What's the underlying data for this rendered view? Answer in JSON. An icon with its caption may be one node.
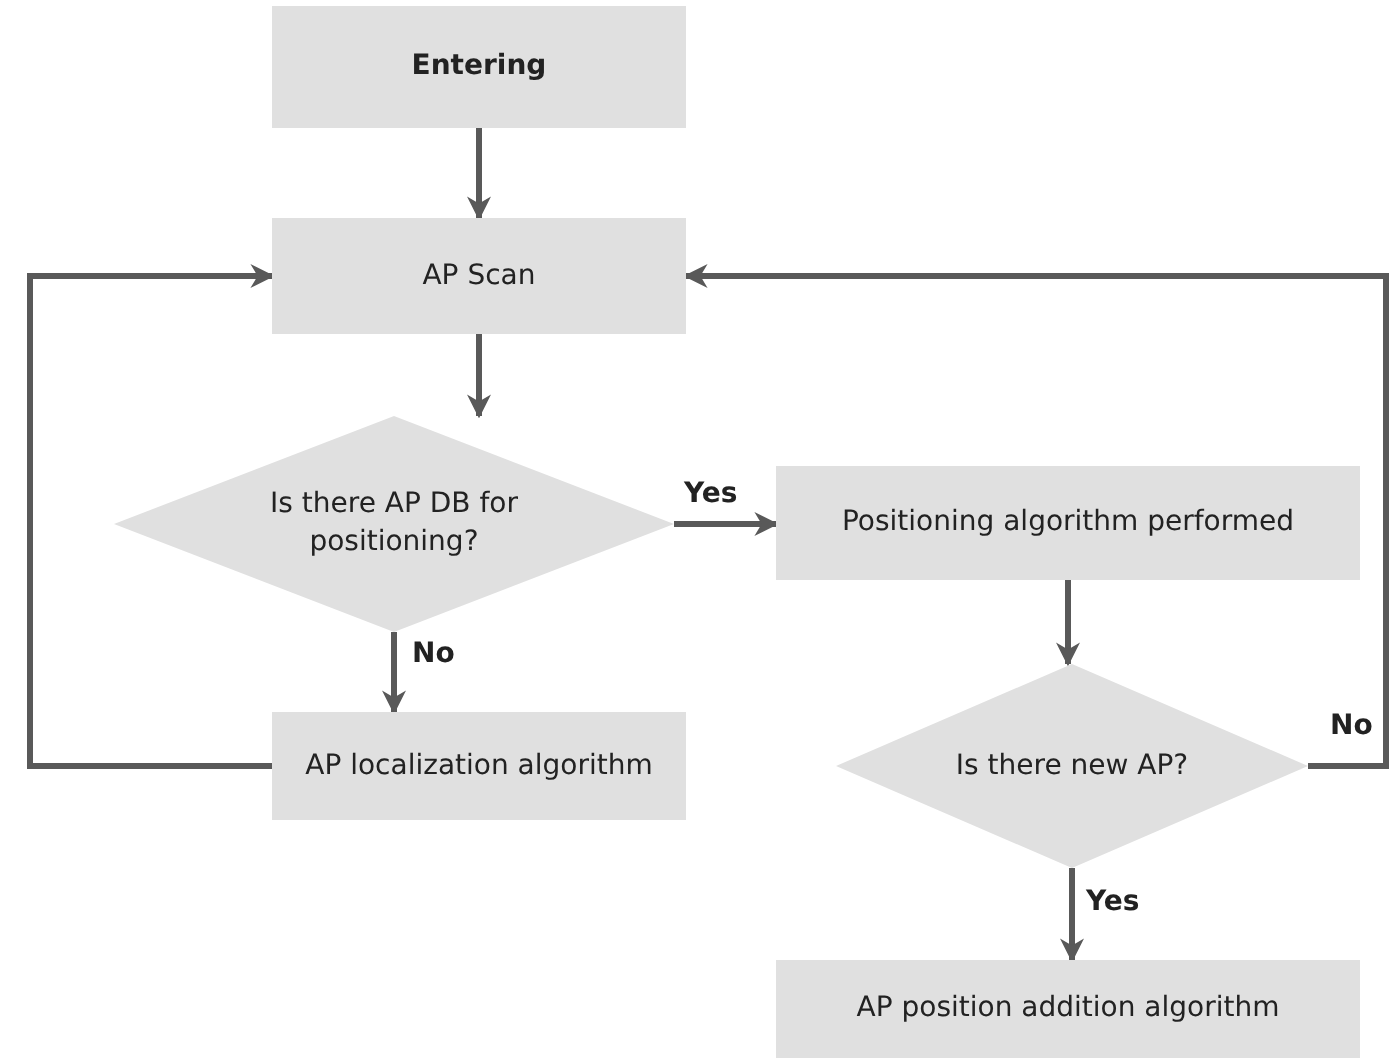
{
  "diagram": {
    "nodes": [
      {
        "text": [
          "Entering"
        ]
      },
      {
        "text": [
          "AP Scan"
        ]
      },
      {
        "text": [
          "Is there AP DB for positioning?"
        ]
      },
      {
        "text": [
          "Positioning algorithm performed"
        ]
      },
      {
        "text": [
          "AP localization algorithm"
        ]
      },
      {
        "text": [
          "Is there new AP?"
        ]
      },
      {
        "text": [
          "AP position addition algorithm"
        ]
      }
    ],
    "edges": [
      {
        "from": 0,
        "to": 1,
        "arrow": "to"
      },
      {
        "from": 1,
        "to": 2,
        "arrow": "to"
      },
      {
        "from": 2,
        "to": 3,
        "arrow": "to",
        "label": "Yes"
      },
      {
        "from": 2,
        "to": 4,
        "arrow": "to",
        "label": "No"
      },
      {
        "from": 4,
        "to": 1,
        "arrow": "to"
      },
      {
        "from": 3,
        "to": 5,
        "arrow": "to"
      },
      {
        "from": 5,
        "to": 1,
        "arrow": "to",
        "label": "No"
      },
      {
        "from": 5,
        "to": 6,
        "arrow": "to",
        "label": "Yes"
      }
    ]
  }
}
